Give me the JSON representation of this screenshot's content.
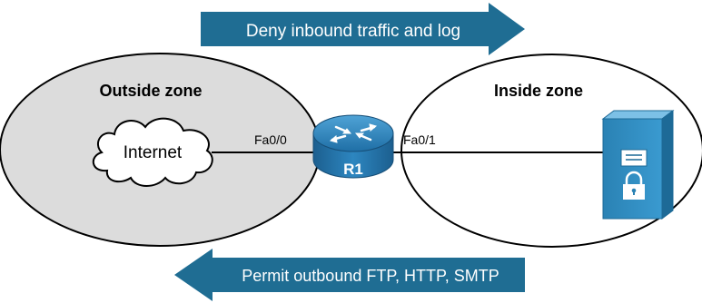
{
  "arrows": {
    "top": {
      "label": "Deny inbound traffic and log"
    },
    "bottom": {
      "label": "Permit outbound FTP, HTTP, SMTP"
    }
  },
  "zones": {
    "outside": {
      "label": "Outside zone"
    },
    "inside": {
      "label": "Inside zone"
    }
  },
  "cloud": {
    "label": "Internet"
  },
  "router": {
    "label": "R1",
    "icon": "router-icon"
  },
  "interfaces": {
    "left": "Fa0/0",
    "right": "Fa0/1"
  },
  "server": {
    "icon": "server-lock-icon"
  },
  "colors": {
    "arrow": "#1f6d93",
    "router": "#2a7bb0",
    "server": "#2a82b4",
    "outside_fill": "#dcdcdc",
    "inside_fill": "#ffffff"
  }
}
